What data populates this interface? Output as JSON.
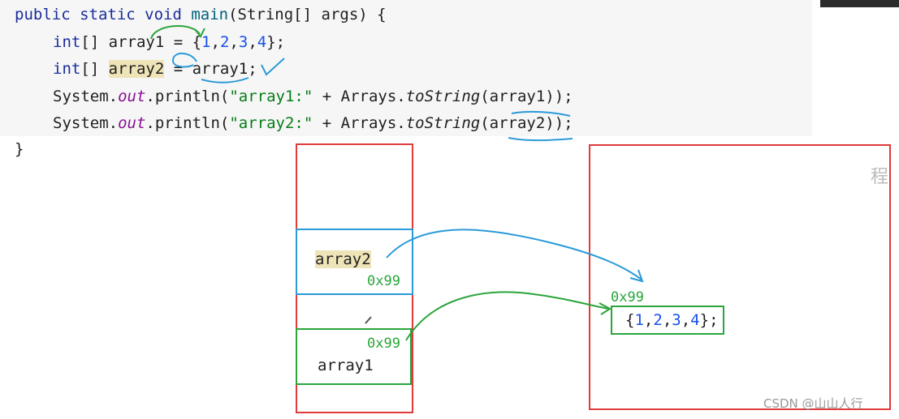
{
  "code": {
    "l1": {
      "a": "public static void ",
      "b": "main",
      "c": "(String[] args) {"
    },
    "l2": {
      "a": "int",
      "b": "[] array1 = {",
      "n1": "1",
      "n2": "2",
      "n3": "3",
      "n4": "4",
      "e": "};"
    },
    "l3": {
      "a": "int",
      "b": "[] ",
      "c": "array2",
      "d": " = array1;"
    },
    "l4": {
      "a": "System.",
      "b": "out",
      "c": ".println(",
      "d": "\"array1:\"",
      "e": " + Arrays.",
      "f": "toString",
      "g": "(array1));"
    },
    "l5": {
      "a": "System.",
      "b": "out",
      "c": ".println(",
      "d": "\"array2:\"",
      "e": " + Arrays.",
      "f": "toString",
      "g": "(array2));"
    },
    "l6": "}"
  },
  "stack": {
    "array2_name": "array2",
    "array2_addr": "0x99",
    "array1_addr": "0x99",
    "array1_name": "array1"
  },
  "heap": {
    "addr": "0x99",
    "open": "{",
    "v1": "1",
    "v2": "2",
    "v3": "3",
    "v4": "4",
    "close": "};"
  },
  "watermark": {
    "corner": "程",
    "footer": "CSDN @山山人行"
  },
  "colors": {
    "stack_border": "#e03a3a",
    "heap_border": "#e03a3a",
    "blue": "#2a9ad8",
    "green": "#2aa53a",
    "keyword": "#1a2d9c",
    "number": "#1750eb",
    "string": "#067d17"
  }
}
